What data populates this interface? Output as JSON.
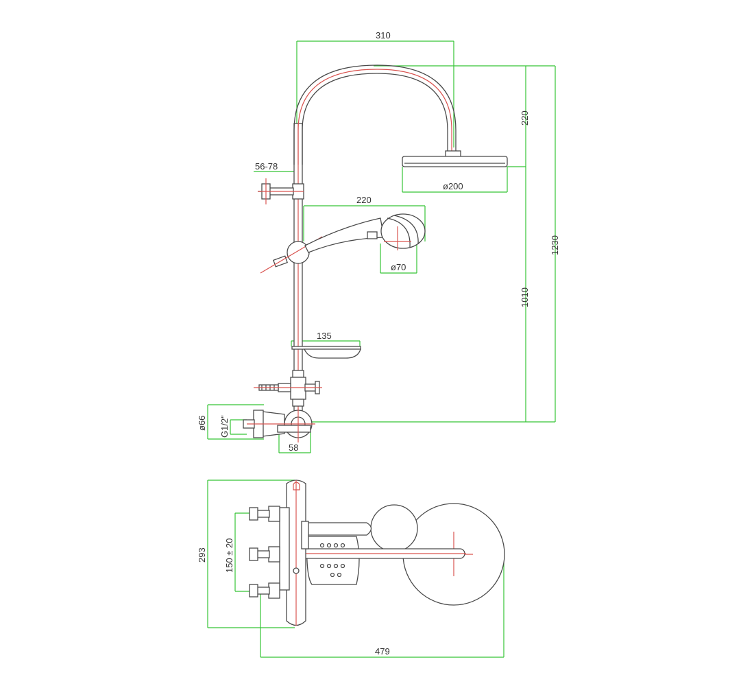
{
  "colors": {
    "dimension_line": "#35c435",
    "outline": "#4a4a4a",
    "center_line": "#d9534f",
    "background": "#ffffff"
  },
  "dimensions": {
    "arm_reach": "310",
    "arm_rise": "220",
    "total_height": "1230",
    "handheld_height": "1010",
    "rail_clamp": "56-78",
    "hand_shower_reach": "220",
    "head_diameter": "ø200",
    "hand_head_diameter": "ø70",
    "shelf_width": "135",
    "rosette_diameter": "ø66",
    "thread": "G1/2\"",
    "mixer_depth": "58",
    "plan_depth": "293",
    "inlet_spacing": "150 ± 20",
    "plan_width": "479"
  }
}
